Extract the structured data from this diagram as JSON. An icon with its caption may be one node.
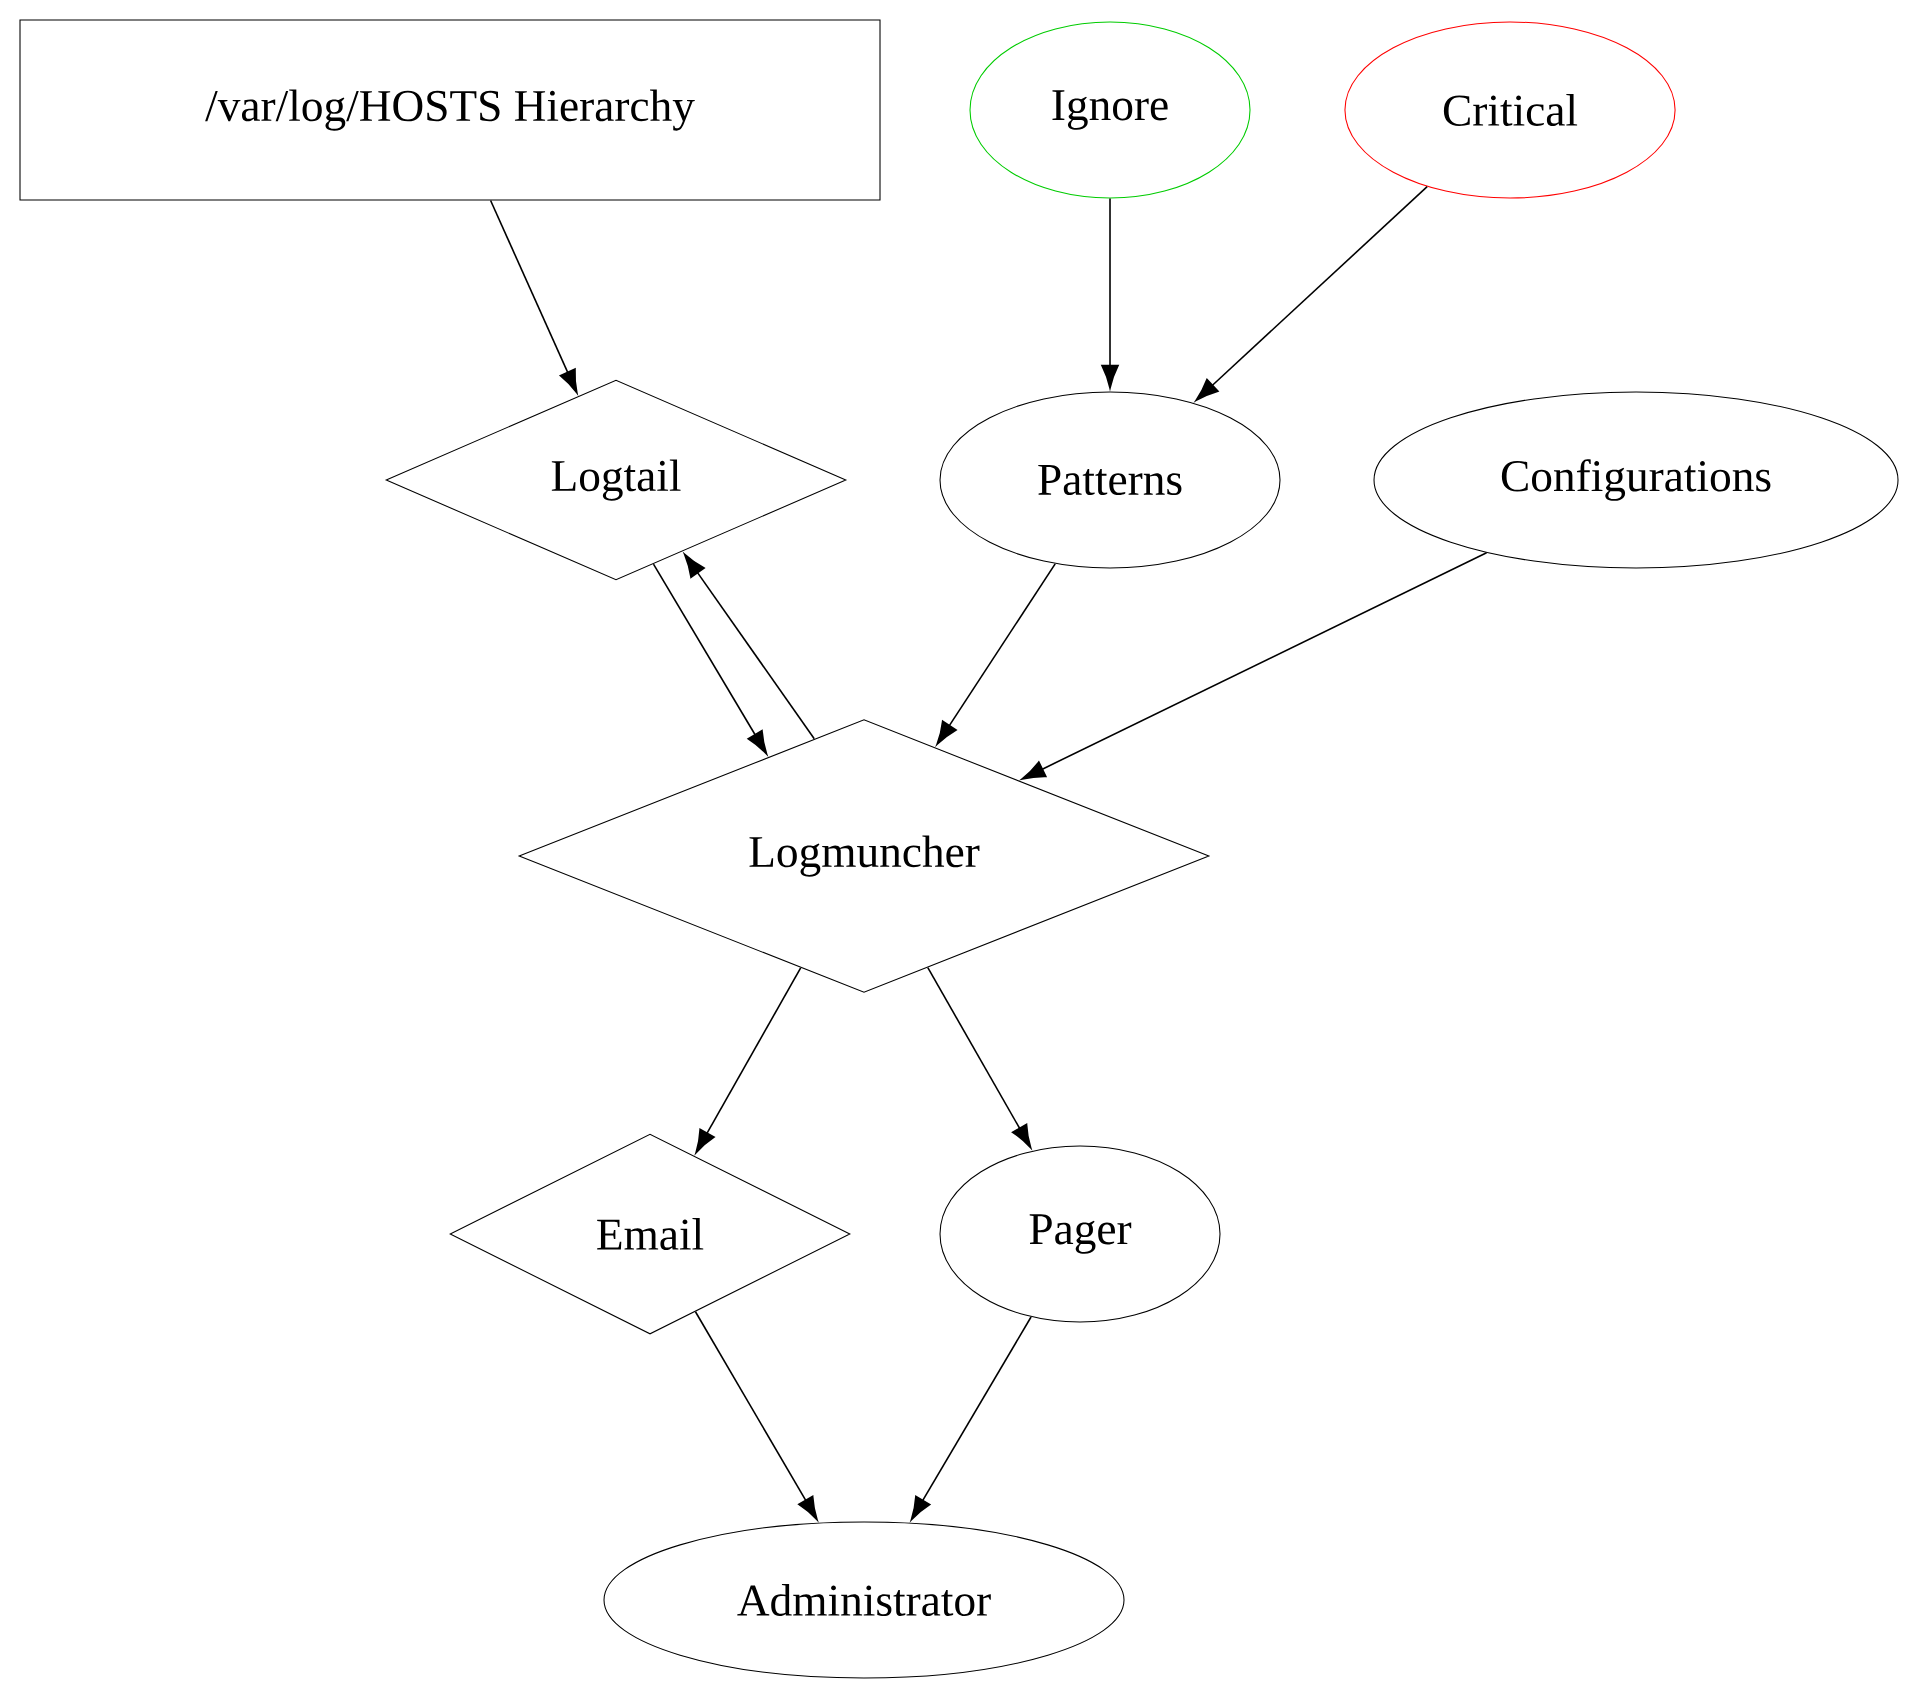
{
  "diagram": {
    "nodes": [
      {
        "text": [
          "/var/log/HOSTS Hierarchy"
        ]
      },
      {
        "text": [
          "Ignore"
        ]
      },
      {
        "text": [
          "Critical"
        ]
      },
      {
        "text": [
          "Logtail"
        ]
      },
      {
        "text": [
          "Patterns"
        ]
      },
      {
        "text": [
          "Configurations"
        ]
      },
      {
        "text": [
          "Logmuncher"
        ]
      },
      {
        "text": [
          "Email"
        ]
      },
      {
        "text": [
          "Pager"
        ]
      },
      {
        "text": [
          "Administrator"
        ]
      }
    ],
    "edges": [
      {
        "from": 0,
        "to": 3,
        "arrow": "to"
      },
      {
        "from": 1,
        "to": 4,
        "arrow": "to"
      },
      {
        "from": 2,
        "to": 4,
        "arrow": "to"
      },
      {
        "from": 3,
        "to": 6,
        "arrow": "to"
      },
      {
        "from": 6,
        "to": 3,
        "arrow": "to"
      },
      {
        "from": 4,
        "to": 6,
        "arrow": "to"
      },
      {
        "from": 5,
        "to": 6,
        "arrow": "to"
      },
      {
        "from": 6,
        "to": 7,
        "arrow": "to"
      },
      {
        "from": 6,
        "to": 8,
        "arrow": "to"
      },
      {
        "from": 7,
        "to": 9,
        "arrow": "to"
      },
      {
        "from": 8,
        "to": 9,
        "arrow": "to"
      }
    ]
  }
}
